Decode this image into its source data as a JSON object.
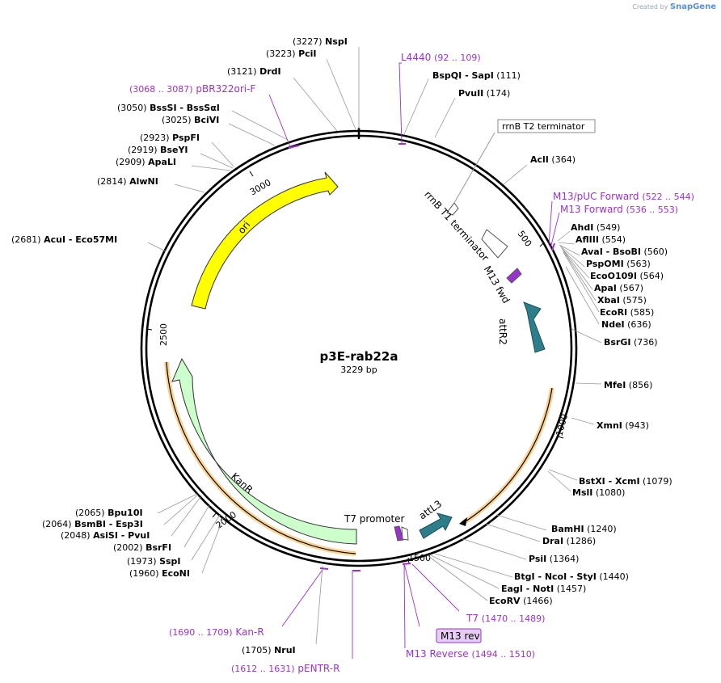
{
  "watermark": {
    "prefix": "Created by",
    "brand": "SnapGene"
  },
  "map": {
    "name": "p3E-rab22a",
    "length": "3229 bp"
  },
  "ticks": [
    "500",
    "1000",
    "1500",
    "2000",
    "2500",
    "3000"
  ],
  "features": [
    {
      "id": "ori",
      "label": "ori",
      "color": "#ffff00"
    },
    {
      "id": "kanr",
      "label": "KanR",
      "color": "#ccffcc"
    },
    {
      "id": "attr2",
      "label": "attR2",
      "color": "#2e7d8a"
    },
    {
      "id": "attl3",
      "label": "attL3",
      "color": "#2e7d8a"
    },
    {
      "id": "rrnb-t2",
      "label": "rrnB T2 terminator",
      "color": "#ffffff"
    },
    {
      "id": "rrnb-t1",
      "label": "rrnB T1 terminator",
      "color": "#ffffff"
    },
    {
      "id": "m13fwd",
      "label": "M13 fwd",
      "color": "#9933cc"
    },
    {
      "id": "t7prom",
      "label": "T7 promoter",
      "color": "#9933cc"
    }
  ],
  "sites": [
    {
      "name": "NspI",
      "pos": "(3227)"
    },
    {
      "name": "PciI",
      "pos": "(3223)"
    },
    {
      "name": "DrdI",
      "pos": "(3121)"
    },
    {
      "name": "BssSI  -  BssSαI",
      "pos": "(3050)"
    },
    {
      "name": "BciVI",
      "pos": "(3025)"
    },
    {
      "name": "PspFI",
      "pos": "(2923)"
    },
    {
      "name": "BseYI",
      "pos": "(2919)"
    },
    {
      "name": "ApaLI",
      "pos": "(2909)"
    },
    {
      "name": "AlwNI",
      "pos": "(2814)"
    },
    {
      "name": "AcuI  -  Eco57MI",
      "pos": "(2681)"
    },
    {
      "name": "BspQI  -  SapI",
      "pos": "(111)"
    },
    {
      "name": "PvuII",
      "pos": "(174)"
    },
    {
      "name": "AclI",
      "pos": "(364)"
    },
    {
      "name": "AhdI",
      "pos": "(549)"
    },
    {
      "name": "AflIII",
      "pos": "(554)"
    },
    {
      "name": "AvaI  -  BsoBI",
      "pos": "(560)"
    },
    {
      "name": "PspOMI",
      "pos": "(563)"
    },
    {
      "name": "EcoO109I",
      "pos": "(564)"
    },
    {
      "name": "ApaI",
      "pos": "(567)"
    },
    {
      "name": "XbaI",
      "pos": "(575)"
    },
    {
      "name": "EcoRI",
      "pos": "(585)"
    },
    {
      "name": "NdeI",
      "pos": "(636)"
    },
    {
      "name": "BsrGI",
      "pos": "(736)"
    },
    {
      "name": "MfeI",
      "pos": "(856)"
    },
    {
      "name": "XmnI",
      "pos": "(943)"
    },
    {
      "name": "BstXI  -  XcmI",
      "pos": "(1079)"
    },
    {
      "name": "MslI",
      "pos": "(1080)"
    },
    {
      "name": "BamHI",
      "pos": "(1240)"
    },
    {
      "name": "DraI",
      "pos": "(1286)"
    },
    {
      "name": "PsiI",
      "pos": "(1364)"
    },
    {
      "name": "BtgI  -  NcoI  -  StyI",
      "pos": "(1440)"
    },
    {
      "name": "EagI  -  NotI",
      "pos": "(1457)"
    },
    {
      "name": "EcoRV",
      "pos": "(1466)"
    },
    {
      "name": "NruI",
      "pos": "(1705)"
    },
    {
      "name": "EcoNI",
      "pos": "(1960)"
    },
    {
      "name": "SspI",
      "pos": "(1973)"
    },
    {
      "name": "BsrFI",
      "pos": "(2002)"
    },
    {
      "name": "AsiSI  -  PvuI",
      "pos": "(2048)"
    },
    {
      "name": "BsmBI  -  Esp3I",
      "pos": "(2064)"
    },
    {
      "name": "Bpu10I",
      "pos": "(2065)"
    }
  ],
  "primers": [
    {
      "name": "L4440",
      "range": "(92 .. 109)"
    },
    {
      "name": "pBR322ori-F",
      "range": "(3068 .. 3087)"
    },
    {
      "name": "M13/pUC Forward",
      "range": "(522 .. 544)"
    },
    {
      "name": "M13 Forward",
      "range": "(536 .. 553)"
    },
    {
      "name": "Kan-R",
      "range": "(1690 .. 1709)"
    },
    {
      "name": "pENTR-R",
      "range": "(1612 .. 1631)"
    },
    {
      "name": "T7",
      "range": "(1470 .. 1489)"
    },
    {
      "name": "M13 rev",
      "range": ""
    },
    {
      "name": "M13 Reverse",
      "range": "(1494 .. 1510)"
    }
  ],
  "colors": {
    "primer": "#9933cc",
    "leader": "#999999",
    "ring": "#000000",
    "orange": "#f5a623"
  }
}
